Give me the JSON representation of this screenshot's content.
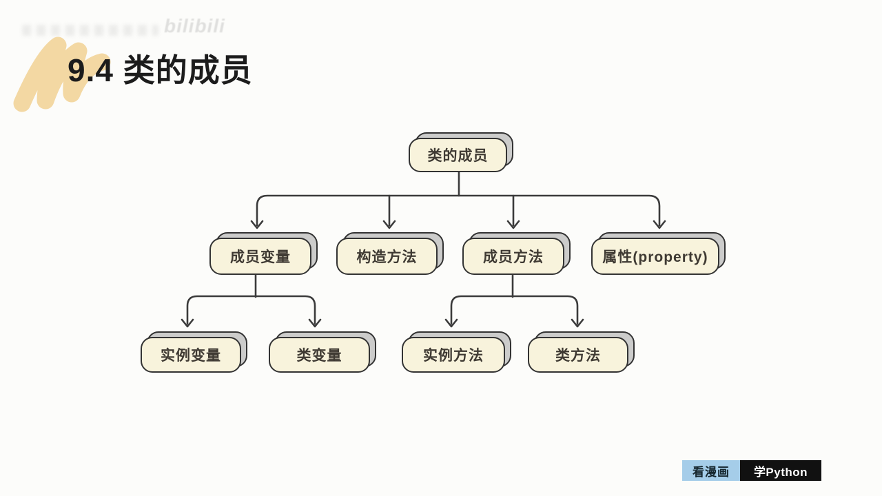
{
  "title": "9.4 类的成员",
  "watermark": {
    "brand": "bilibili"
  },
  "tree": {
    "root": "类的成员",
    "children": [
      {
        "label": "成员变量",
        "children": [
          "实例变量",
          "类变量"
        ]
      },
      {
        "label": "构造方法"
      },
      {
        "label": "成员方法",
        "children": [
          "实例方法",
          "类方法"
        ]
      },
      {
        "label": "属性(property)"
      }
    ]
  },
  "badge": {
    "left_label": "看漫画",
    "right_label": "学Python"
  },
  "colors": {
    "background": "#fcfcfa",
    "node_fill": "#f8f3dc",
    "node_border": "#333333",
    "node_shadow": "#cccccb",
    "connector": "#3b3b3b",
    "title_text": "#1c1c1c",
    "brush": "#f3d8a3",
    "badge_left_bg": "#a5cde9",
    "badge_left_text": "#16272f",
    "badge_right_bg": "#111111",
    "badge_right_text": "#ffffff"
  }
}
